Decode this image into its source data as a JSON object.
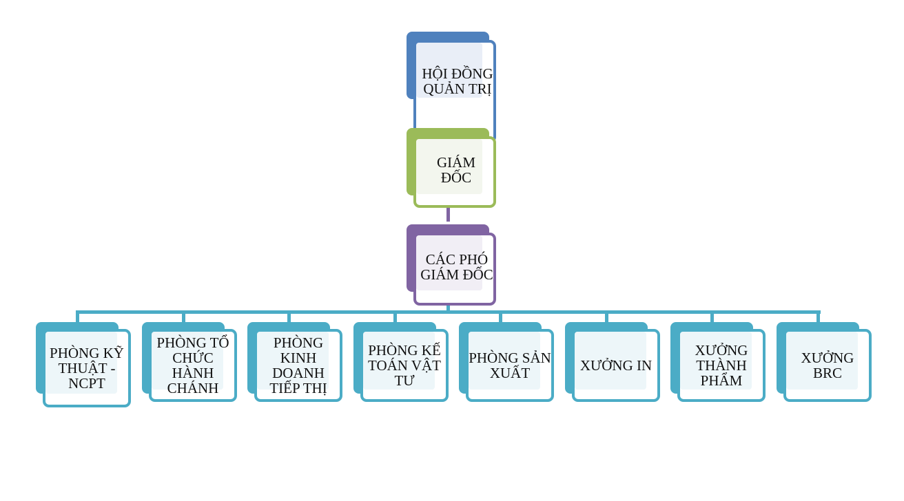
{
  "colors": {
    "blue": "#4f81bd",
    "blue_fill": "#e9eef7",
    "green": "#9bbb59",
    "green_fill": "#f3f6ee",
    "purple": "#8064a2",
    "purple_fill": "#f1eef5",
    "teal": "#4bacc6",
    "teal_fill": "#edf6f9"
  },
  "hierarchy": {
    "board": {
      "label": "HỘI ĐỒNG QUẢN TRỊ",
      "color": "blue"
    },
    "director": {
      "label": "GIÁM ĐỐC",
      "color": "green"
    },
    "deputies": {
      "label": "CÁC PHÓ GIÁM ĐỐC",
      "color": "purple"
    },
    "departments": [
      {
        "label": "PHÒNG KỸ THUẬT - NCPT",
        "color": "teal"
      },
      {
        "label": "PHÒNG TỔ CHỨC HÀNH CHÁNH",
        "color": "teal"
      },
      {
        "label": "PHÒNG KINH DOANH TIẾP THỊ",
        "color": "teal"
      },
      {
        "label": "PHÒNG KẾ TOÁN VẬT TƯ",
        "color": "teal"
      },
      {
        "label": "PHÒNG SẢN XUẤT",
        "color": "teal"
      },
      {
        "label": "XƯỞNG IN",
        "color": "teal"
      },
      {
        "label": "XƯỞNG THÀNH PHẨM",
        "color": "teal"
      },
      {
        "label": "XƯỞNG BRC",
        "color": "teal"
      }
    ]
  }
}
